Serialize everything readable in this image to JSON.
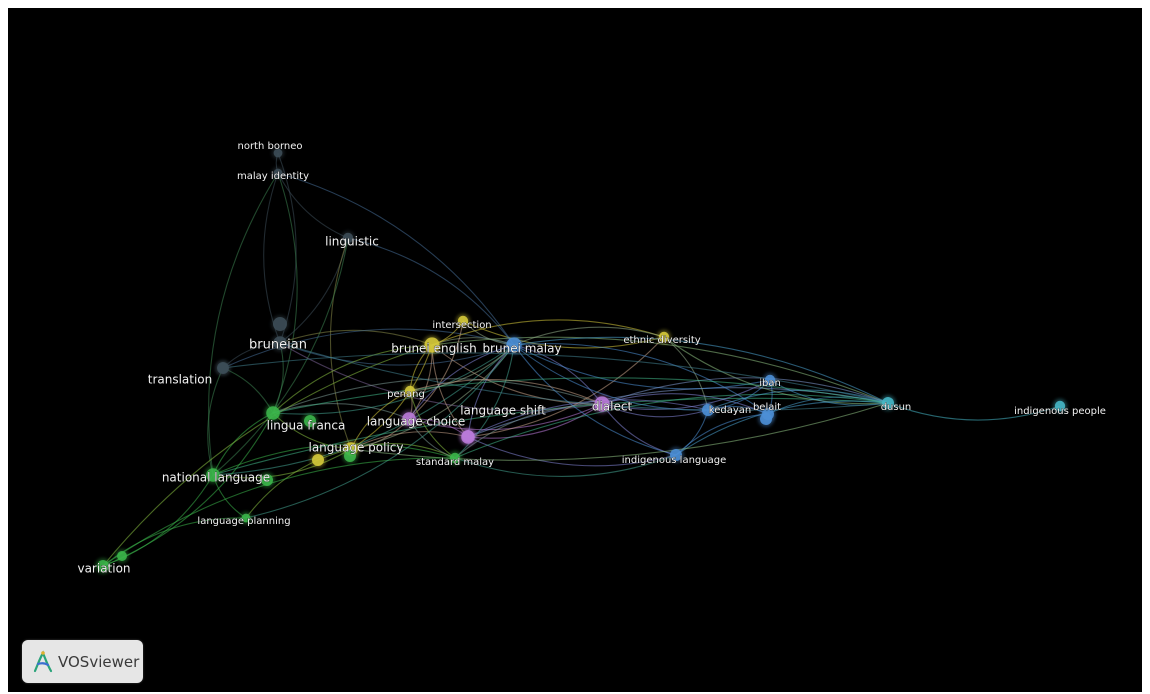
{
  "app": {
    "name": "VOSviewer",
    "logo_icon": "vosviewer-logo-icon"
  },
  "colors": {
    "background": "#000000",
    "cluster_gray": "#3c4d57",
    "cluster_green": "#3bb54a",
    "cluster_yellow": "#d5c93a",
    "cluster_blue": "#4d8fd6",
    "cluster_purple": "#b97ad8",
    "cluster_cyan": "#46b7c7"
  },
  "network": {
    "nodes": [
      {
        "id": "north-borneo",
        "label": "north borneo",
        "cluster": "gray",
        "weight": 3
      },
      {
        "id": "malay-identity",
        "label": "malay identity",
        "cluster": "gray",
        "weight": 3
      },
      {
        "id": "linguistic",
        "label": "linguistic",
        "cluster": "gray",
        "weight": 4
      },
      {
        "id": "bruneian",
        "label": "bruneian",
        "cluster": "gray",
        "weight": 6
      },
      {
        "id": "translation",
        "label": "translation",
        "cluster": "gray",
        "weight": 4
      },
      {
        "id": "lingua-franca",
        "label": "lingua franca",
        "cluster": "green",
        "weight": 6
      },
      {
        "id": "national-language",
        "label": "national language",
        "cluster": "green",
        "weight": 6
      },
      {
        "id": "language-planning",
        "label": "language planning",
        "cluster": "green",
        "weight": 3
      },
      {
        "id": "variation",
        "label": "variation",
        "cluster": "green",
        "weight": 5
      },
      {
        "id": "standard-malay",
        "label": "standard malay",
        "cluster": "green",
        "weight": 4
      },
      {
        "id": "intersection",
        "label": "intersection",
        "cluster": "yellow",
        "weight": 4
      },
      {
        "id": "brunei-english",
        "label": "brunei english",
        "cluster": "yellow",
        "weight": 7
      },
      {
        "id": "penang",
        "label": "penang",
        "cluster": "yellow",
        "weight": 4
      },
      {
        "id": "language-policy",
        "label": "language policy",
        "cluster": "yellow",
        "weight": 6
      },
      {
        "id": "ethnic-diversity",
        "label": "ethnic diversity",
        "cluster": "yellow",
        "weight": 4
      },
      {
        "id": "language-choice",
        "label": "language choice",
        "cluster": "purple",
        "weight": 6
      },
      {
        "id": "language-shift",
        "label": "language shift",
        "cluster": "purple",
        "weight": 6
      },
      {
        "id": "dialect",
        "label": "dialect",
        "cluster": "purple",
        "weight": 7
      },
      {
        "id": "brunei-malay",
        "label": "brunei malay",
        "cluster": "blue",
        "weight": 7
      },
      {
        "id": "kedayan",
        "label": "kedayan",
        "cluster": "blue",
        "weight": 5
      },
      {
        "id": "belait",
        "label": "belait",
        "cluster": "blue",
        "weight": 5
      },
      {
        "id": "iban",
        "label": "iban",
        "cluster": "blue",
        "weight": 4
      },
      {
        "id": "indigenous-language",
        "label": "indigenous language",
        "cluster": "blue",
        "weight": 5
      },
      {
        "id": "dusun",
        "label": "dusun",
        "cluster": "cyan",
        "weight": 5
      },
      {
        "id": "indigenous-people",
        "label": "indigenous people",
        "cluster": "cyan",
        "weight": 4
      }
    ],
    "links": [
      [
        "north-borneo",
        "malay-identity"
      ],
      [
        "north-borneo",
        "bruneian"
      ],
      [
        "malay-identity",
        "linguistic"
      ],
      [
        "malay-identity",
        "brunei-malay"
      ],
      [
        "malay-identity",
        "bruneian"
      ],
      [
        "malay-identity",
        "lingua-franca"
      ],
      [
        "malay-identity",
        "national-language"
      ],
      [
        "linguistic",
        "bruneian"
      ],
      [
        "linguistic",
        "language-policy"
      ],
      [
        "linguistic",
        "national-language"
      ],
      [
        "bruneian",
        "translation"
      ],
      [
        "bruneian",
        "brunei-english"
      ],
      [
        "bruneian",
        "brunei-malay"
      ],
      [
        "bruneian",
        "lingua-franca"
      ],
      [
        "bruneian",
        "dialect"
      ],
      [
        "translation",
        "lingua-franca"
      ],
      [
        "translation",
        "national-language"
      ],
      [
        "translation",
        "brunei-malay"
      ],
      [
        "lingua-franca",
        "national-language"
      ],
      [
        "lingua-franca",
        "brunei-english"
      ],
      [
        "lingua-franca",
        "language-policy"
      ],
      [
        "lingua-franca",
        "language-choice"
      ],
      [
        "lingua-franca",
        "brunei-malay"
      ],
      [
        "lingua-franca",
        "dialect"
      ],
      [
        "national-language",
        "language-planning"
      ],
      [
        "national-language",
        "variation"
      ],
      [
        "national-language",
        "language-policy"
      ],
      [
        "national-language",
        "standard-malay"
      ],
      [
        "national-language",
        "brunei-malay"
      ],
      [
        "national-language",
        "dusun"
      ],
      [
        "language-planning",
        "variation"
      ],
      [
        "language-planning",
        "language-policy"
      ],
      [
        "variation",
        "lingua-franca"
      ],
      [
        "variation",
        "brunei-english"
      ],
      [
        "language-policy",
        "brunei-english"
      ],
      [
        "language-policy",
        "standard-malay"
      ],
      [
        "language-policy",
        "language-choice"
      ],
      [
        "language-policy",
        "penang"
      ],
      [
        "language-policy",
        "brunei-malay"
      ],
      [
        "language-policy",
        "language-shift"
      ],
      [
        "brunei-english",
        "intersection"
      ],
      [
        "brunei-english",
        "brunei-malay"
      ],
      [
        "brunei-english",
        "penang"
      ],
      [
        "brunei-english",
        "language-choice"
      ],
      [
        "brunei-english",
        "language-shift"
      ],
      [
        "brunei-english",
        "ethnic-diversity"
      ],
      [
        "brunei-english",
        "dialect"
      ],
      [
        "brunei-english",
        "dusun"
      ],
      [
        "intersection",
        "brunei-malay"
      ],
      [
        "intersection",
        "language-choice"
      ],
      [
        "intersection",
        "ethnic-diversity"
      ],
      [
        "penang",
        "language-choice"
      ],
      [
        "penang",
        "standard-malay"
      ],
      [
        "language-choice",
        "language-shift"
      ],
      [
        "language-choice",
        "standard-malay"
      ],
      [
        "language-choice",
        "brunei-malay"
      ],
      [
        "language-choice",
        "dialect"
      ],
      [
        "language-shift",
        "brunei-malay"
      ],
      [
        "language-shift",
        "dialect"
      ],
      [
        "language-shift",
        "kedayan"
      ],
      [
        "language-shift",
        "indigenous-language"
      ],
      [
        "language-shift",
        "dusun"
      ],
      [
        "language-shift",
        "ethnic-diversity"
      ],
      [
        "standard-malay",
        "dialect"
      ],
      [
        "standard-malay",
        "brunei-malay"
      ],
      [
        "standard-malay",
        "dusun"
      ],
      [
        "standard-malay",
        "indigenous-language"
      ],
      [
        "brunei-malay",
        "dialect"
      ],
      [
        "brunei-malay",
        "kedayan"
      ],
      [
        "brunei-malay",
        "belait"
      ],
      [
        "brunei-malay",
        "iban"
      ],
      [
        "brunei-malay",
        "dusun"
      ],
      [
        "brunei-malay",
        "indigenous-language"
      ],
      [
        "brunei-malay",
        "ethnic-diversity"
      ],
      [
        "ethnic-diversity",
        "dusun"
      ],
      [
        "ethnic-diversity",
        "kedayan"
      ],
      [
        "dialect",
        "kedayan"
      ],
      [
        "dialect",
        "belait"
      ],
      [
        "dialect",
        "iban"
      ],
      [
        "dialect",
        "dusun"
      ],
      [
        "dialect",
        "indigenous-language"
      ],
      [
        "kedayan",
        "belait"
      ],
      [
        "kedayan",
        "iban"
      ],
      [
        "kedayan",
        "dusun"
      ],
      [
        "belait",
        "iban"
      ],
      [
        "belait",
        "dusun"
      ],
      [
        "iban",
        "dusun"
      ],
      [
        "indigenous-language",
        "dusun"
      ],
      [
        "indigenous-language",
        "kedayan"
      ],
      [
        "indigenous-language",
        "belait"
      ],
      [
        "dusun",
        "indigenous-people"
      ],
      [
        "translation",
        "dusun"
      ],
      [
        "bruneian",
        "dusun"
      ],
      [
        "lingua-franca",
        "dusun"
      ],
      [
        "language-policy",
        "dusun"
      ],
      [
        "variation",
        "standard-malay"
      ],
      [
        "language-planning",
        "brunei-malay"
      ],
      [
        "linguistic",
        "brunei-malay"
      ],
      [
        "penang",
        "brunei-malay"
      ],
      [
        "penang",
        "dialect"
      ]
    ]
  }
}
